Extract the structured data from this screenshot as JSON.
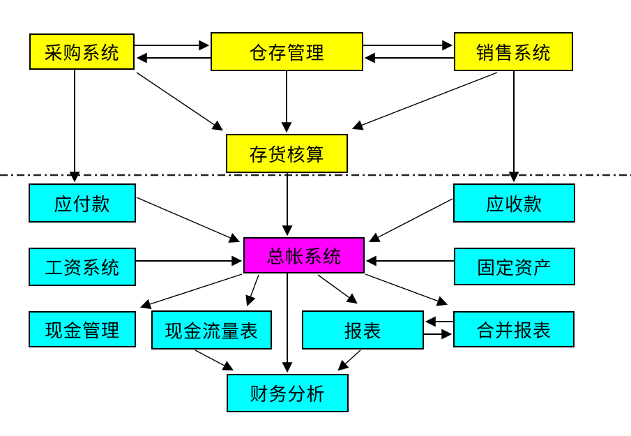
{
  "diagram": {
    "background": "#ffffff",
    "divider_style": "dash-dot horizontal separator between business systems and financial systems",
    "colors": {
      "business_module": "#ffff00",
      "finance_module": "#00ffff",
      "ledger_module": "#ff00ff",
      "line": "#000000"
    },
    "nodes": [
      {
        "id": "purchase-system",
        "label": "采购系统",
        "group": "business"
      },
      {
        "id": "warehouse-management",
        "label": "仓存管理",
        "group": "business"
      },
      {
        "id": "sales-system",
        "label": "销售系统",
        "group": "business"
      },
      {
        "id": "inventory-accounting",
        "label": "存货核算",
        "group": "business"
      },
      {
        "id": "accounts-payable",
        "label": "应付款",
        "group": "finance"
      },
      {
        "id": "accounts-receivable",
        "label": "应收款",
        "group": "finance"
      },
      {
        "id": "payroll-system",
        "label": "工资系统",
        "group": "finance"
      },
      {
        "id": "fixed-assets",
        "label": "固定资产",
        "group": "finance"
      },
      {
        "id": "general-ledger",
        "label": "总帐系统",
        "group": "ledger"
      },
      {
        "id": "cash-management",
        "label": "现金管理",
        "group": "finance"
      },
      {
        "id": "cash-flow-statement",
        "label": "现金流量表",
        "group": "finance"
      },
      {
        "id": "reports",
        "label": "报表",
        "group": "finance"
      },
      {
        "id": "consolidated-reports",
        "label": "合并报表",
        "group": "finance"
      },
      {
        "id": "financial-analysis",
        "label": "财务分析",
        "group": "finance"
      }
    ],
    "edges": [
      {
        "from": "purchase-system",
        "to": "warehouse-management"
      },
      {
        "from": "warehouse-management",
        "to": "purchase-system"
      },
      {
        "from": "warehouse-management",
        "to": "sales-system"
      },
      {
        "from": "sales-system",
        "to": "warehouse-management"
      },
      {
        "from": "purchase-system",
        "to": "accounts-payable"
      },
      {
        "from": "warehouse-management",
        "to": "inventory-accounting"
      },
      {
        "from": "sales-system",
        "to": "accounts-receivable"
      },
      {
        "from": "purchase-system",
        "to": "inventory-accounting"
      },
      {
        "from": "sales-system",
        "to": "inventory-accounting"
      },
      {
        "from": "inventory-accounting",
        "to": "general-ledger"
      },
      {
        "from": "accounts-payable",
        "to": "general-ledger"
      },
      {
        "from": "accounts-receivable",
        "to": "general-ledger"
      },
      {
        "from": "payroll-system",
        "to": "general-ledger"
      },
      {
        "from": "fixed-assets",
        "to": "general-ledger"
      },
      {
        "from": "general-ledger",
        "to": "cash-management"
      },
      {
        "from": "general-ledger",
        "to": "cash-flow-statement"
      },
      {
        "from": "general-ledger",
        "to": "reports"
      },
      {
        "from": "general-ledger",
        "to": "consolidated-reports"
      },
      {
        "from": "general-ledger",
        "to": "financial-analysis"
      },
      {
        "from": "consolidated-reports",
        "to": "reports"
      },
      {
        "from": "reports",
        "to": "consolidated-reports"
      },
      {
        "from": "cash-flow-statement",
        "to": "financial-analysis"
      },
      {
        "from": "reports",
        "to": "financial-analysis"
      }
    ]
  }
}
